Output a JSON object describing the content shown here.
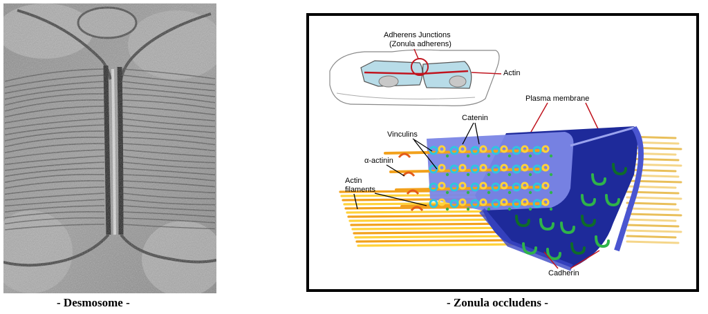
{
  "left_panel": {
    "caption": "- Desmosome -"
  },
  "right_panel": {
    "caption": "- Zonula occludens -",
    "labels": {
      "adherens_line1": "Adherens Junctions",
      "adherens_line2": "(Zonula adherens)",
      "actin": "Actin",
      "plasma_membrane": "Plasma membrane",
      "catenin": "Catenin",
      "vinculins": "Vinculins",
      "alpha_actinin": "α-actinin",
      "actin_filaments_line1": "Actin",
      "actin_filaments_line2": "filaments",
      "cadherin": "Cadherin"
    }
  },
  "colors": {
    "membrane_blue": "#2d36b8",
    "membrane_light": "#7b86e6",
    "annotation_red": "#c0141e",
    "filament_orange": "#f2a11c",
    "filament_yellow": "#ffd23a",
    "cadherin_green": "#2fb34a",
    "vinculin_cyan": "#2fc5e0",
    "cell_fill": "#b8dce8"
  }
}
